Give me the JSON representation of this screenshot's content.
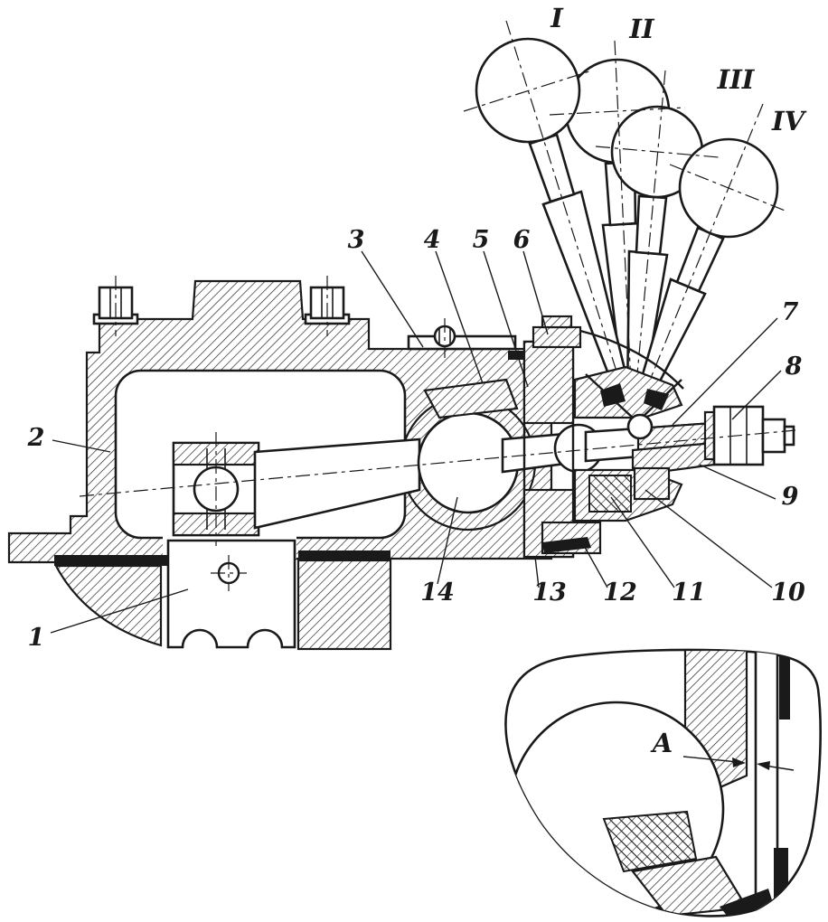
{
  "figure": {
    "lever_positions": [
      "I",
      "II",
      "III",
      "IV"
    ],
    "callouts": [
      "1",
      "2",
      "3",
      "4",
      "5",
      "6",
      "7",
      "8",
      "9",
      "10",
      "11",
      "12",
      "13",
      "14"
    ],
    "detail_label": "A",
    "colors": {
      "ink": "#1a1a1a",
      "paper": "#ffffff"
    }
  }
}
